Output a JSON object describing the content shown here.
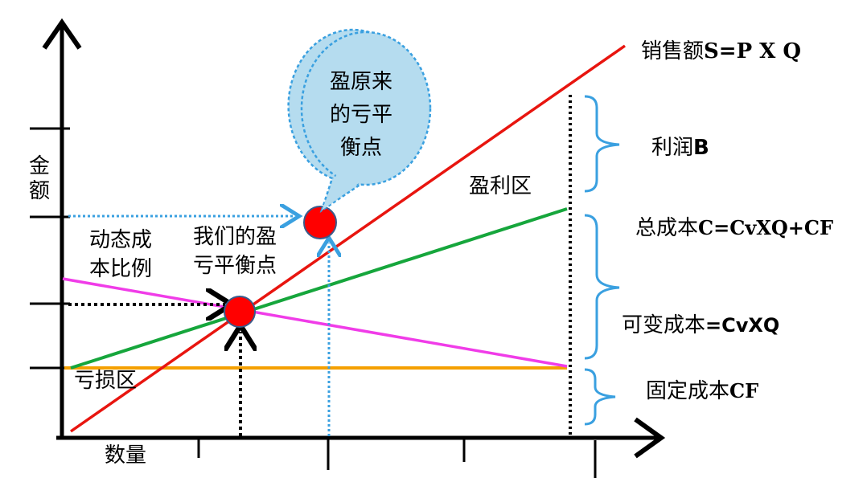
{
  "axes": {
    "y_label_line1": "金",
    "y_label_line2": "额",
    "x_label": "数量"
  },
  "lines": {
    "sales": {
      "label_cn": "销售额",
      "label_formula": "S=P X Q",
      "color": "#e8150f"
    },
    "total_cost": {
      "label_cn": "总成本",
      "label_formula": "C=CvXQ+CF",
      "color": "#16a63c"
    },
    "variable_cost": {
      "label_cn": "可变成本",
      "label_formula": "=CvXQ"
    },
    "fixed_cost": {
      "label_cn": "固定成本",
      "label_formula": "CF",
      "color": "#f5a000"
    },
    "dynamic_ratio": {
      "color": "#f03ce8"
    }
  },
  "brace_labels": {
    "profit_cn": "利润",
    "profit_letter": "B",
    "brace_color": "#3aa0e0"
  },
  "regions": {
    "profit_zone": "盈利区",
    "loss_zone": "亏损区"
  },
  "annotations": {
    "dynamic_ratio_line1": "动态成",
    "dynamic_ratio_line2": "本比例",
    "our_breakeven_line1": "我们的盈",
    "our_breakeven_line2": "亏平衡点"
  },
  "bubble": {
    "line1": "盈原来",
    "line2": "的亏平",
    "line3": "衡点",
    "fill": "#b5dcef",
    "border": "#3aa0e0"
  },
  "points": {
    "marker_color": "#ff0000"
  }
}
